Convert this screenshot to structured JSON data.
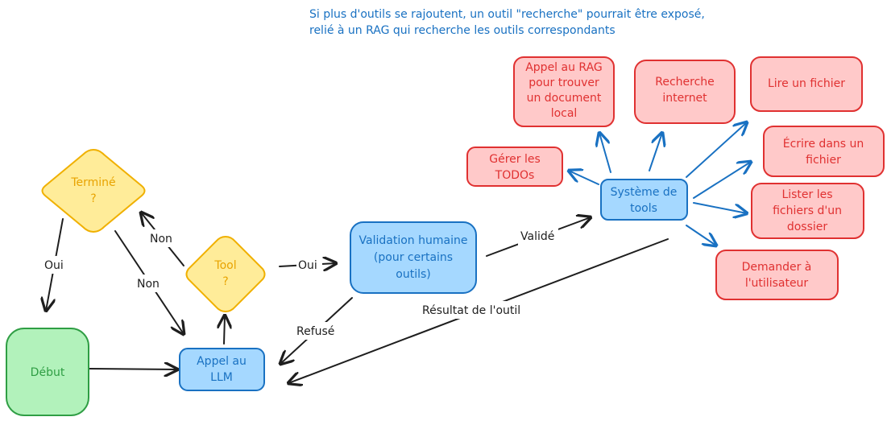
{
  "note": {
    "line1": "Si plus d'outils se rajoutent, un outil \"recherche\" pourrait être exposé,",
    "line2": "relié à un RAG qui recherche les outils correspondants"
  },
  "nodes": {
    "debut": {
      "lines": [
        "Début"
      ]
    },
    "appel_llm": {
      "lines": [
        "Appel au",
        "LLM"
      ]
    },
    "tool": {
      "lines": [
        "Tool",
        "?"
      ]
    },
    "termine": {
      "lines": [
        "Terminé",
        "?"
      ]
    },
    "validation": {
      "lines": [
        "Validation humaine",
        "(pour certains",
        "outils)"
      ]
    },
    "systeme": {
      "lines": [
        "Système de",
        "tools"
      ]
    },
    "tool_rag": {
      "lines": [
        "Appel au RAG",
        "pour trouver",
        "un document",
        "local"
      ]
    },
    "tool_recherche": {
      "lines": [
        "Recherche",
        "internet"
      ]
    },
    "tool_lire": {
      "lines": [
        "Lire un fichier"
      ]
    },
    "tool_ecrire": {
      "lines": [
        "Écrire dans un",
        "fichier"
      ]
    },
    "tool_lister": {
      "lines": [
        "Lister les",
        "fichiers d'un",
        "dossier"
      ]
    },
    "tool_demander": {
      "lines": [
        "Demander à",
        "l'utilisateur"
      ]
    },
    "tool_todos": {
      "lines": [
        "Gérer les",
        "TODOs"
      ]
    }
  },
  "edge_labels": {
    "oui_termine": "Oui",
    "non_termine": "Non",
    "non_tool": "Non",
    "oui_tool": "Oui",
    "valide": "Validé",
    "refuse": "Refusé",
    "resultat": "Résultat de l'outil"
  },
  "colors": {
    "green": "#b2f2bb",
    "blue": "#a5d8ff",
    "yellow": "#ffec99",
    "red": "#ffc9c9",
    "note_text": "#1971c2"
  }
}
